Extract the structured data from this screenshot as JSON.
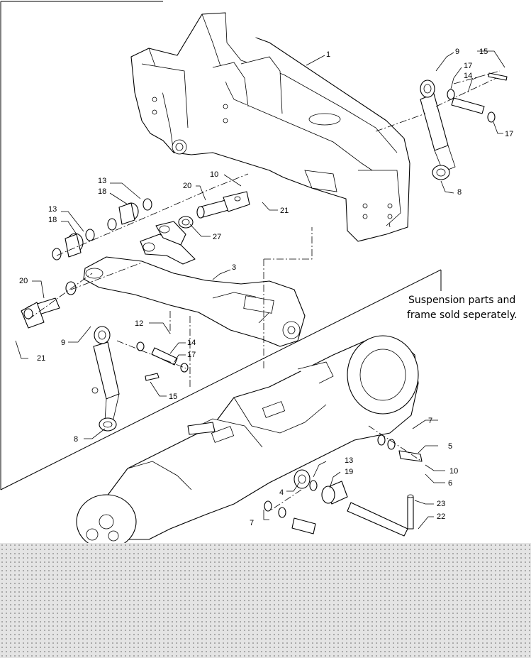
{
  "note": {
    "line1": "Suspension parts and",
    "line2": "frame sold seperately."
  },
  "callouts": {
    "c1": "1",
    "c3": "3",
    "c4": "4",
    "c5": "5",
    "c6": "6",
    "c7a": "7",
    "c7b": "7",
    "c8a": "8",
    "c8b": "8",
    "c9a": "9",
    "c9b": "9",
    "c10a": "10",
    "c10b": "10",
    "c12": "12",
    "c13a": "13",
    "c13b": "13",
    "c13c": "13",
    "c14a": "14",
    "c14b": "14",
    "c15a": "15",
    "c15b": "15",
    "c17a": "17",
    "c17b": "17",
    "c17c": "17",
    "c18a": "18",
    "c18b": "18",
    "c19": "19",
    "c20a": "20",
    "c20b": "20",
    "c21a": "21",
    "c21b": "21",
    "c22": "22",
    "c23": "23",
    "c27": "27"
  }
}
